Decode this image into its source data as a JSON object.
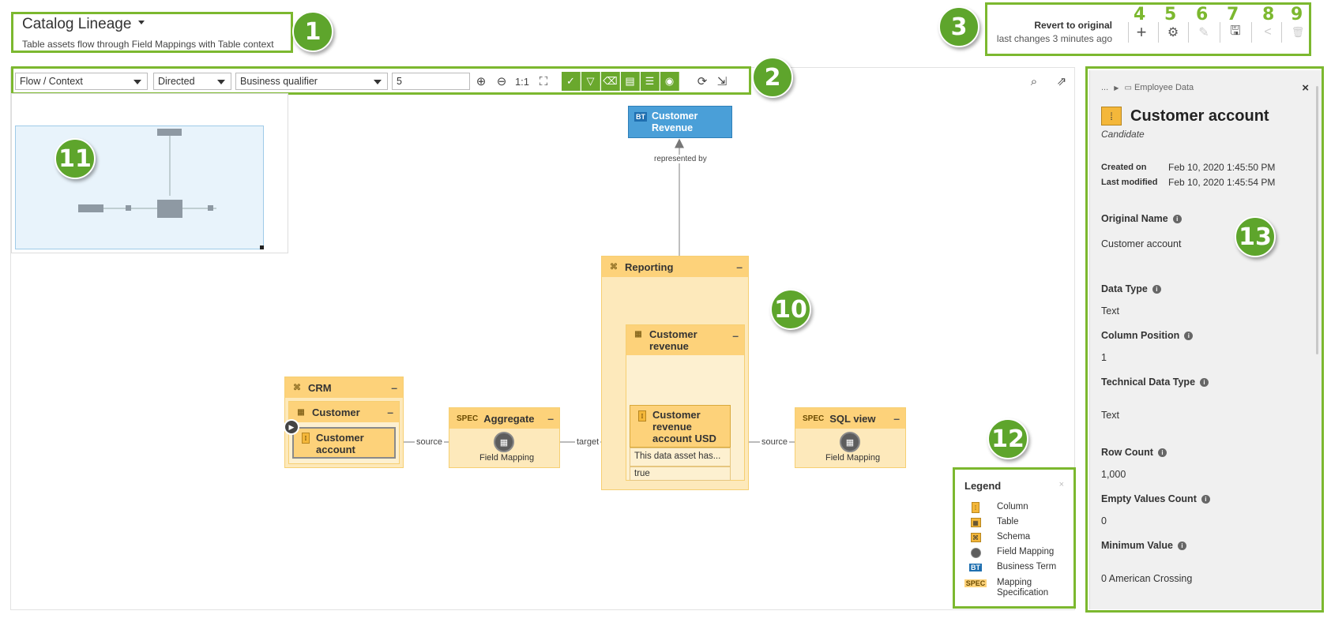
{
  "header": {
    "title": "Catalog Lineage",
    "subtitle": "Table assets flow through Field Mappings with Table context",
    "revert_title": "Revert to original",
    "revert_sub": "last changes 3 minutes ago"
  },
  "top_actions": [
    {
      "num": "4",
      "icon": "plus-icon",
      "glyph": "+"
    },
    {
      "num": "5",
      "icon": "gear-icon",
      "glyph": "⚙"
    },
    {
      "num": "6",
      "icon": "pencil-icon",
      "glyph": "✎"
    },
    {
      "num": "7",
      "icon": "save-icon",
      "glyph": "🖫"
    },
    {
      "num": "8",
      "icon": "share-icon",
      "glyph": "<"
    },
    {
      "num": "9",
      "icon": "trash-icon",
      "glyph": "🗑"
    }
  ],
  "toolbar": {
    "view_select": "Flow / Context",
    "direction_select": "Directed",
    "qualifier_select": "Business qualifier",
    "depth_value": "5",
    "zoom_reset": "1:1"
  },
  "graph": {
    "business_term": {
      "tag": "BT",
      "label": "Customer Revenue"
    },
    "represented_by": "represented by",
    "reporting": {
      "label": "Reporting",
      "table": "Customer revenue",
      "column": "Customer revenue account USD",
      "desc": "This data asset has...",
      "value": "true"
    },
    "crm": {
      "label": "CRM",
      "table": "Customer",
      "column": "Customer account"
    },
    "aggregate": {
      "tag": "SPEC",
      "label": "Aggregate",
      "fm": "Field Mapping"
    },
    "sqlview": {
      "tag": "SPEC",
      "label": "SQL view",
      "fm": "Field Mapping"
    },
    "edge_source1": "source",
    "edge_target": "target",
    "edge_source2": "source"
  },
  "legend": {
    "title": "Legend",
    "items": [
      "Column",
      "Table",
      "Schema",
      "Field Mapping",
      "Business Term",
      "Mapping Specification"
    ],
    "bt_tag": "BT",
    "spec_tag": "SPEC"
  },
  "panel": {
    "breadcrumb_more": "...",
    "breadcrumb": "Employee Data",
    "title": "Customer account",
    "status": "Candidate",
    "created_label": "Created on",
    "created_value": "Feb 10, 2020 1:45:50 PM",
    "modified_label": "Last modified",
    "modified_value": "Feb 10, 2020 1:45:54 PM",
    "fields": [
      {
        "label": "Original Name",
        "value": "Customer account"
      },
      {
        "label": "Data Type",
        "value": "Text"
      },
      {
        "label": "Column Position",
        "value": "1"
      },
      {
        "label": "Technical Data Type",
        "value": "Text"
      },
      {
        "label": "Row Count",
        "value": "1,000"
      },
      {
        "label": "Empty Values Count",
        "value": "0"
      },
      {
        "label": "Minimum Value",
        "value": "0 American Crossing"
      }
    ]
  },
  "callouts": [
    "1",
    "2",
    "3",
    "10",
    "11",
    "12",
    "13"
  ],
  "colors": {
    "accent_green": "#7cb82f",
    "node_yellow": "#fdd27a",
    "bt_blue": "#4a9fd8"
  }
}
